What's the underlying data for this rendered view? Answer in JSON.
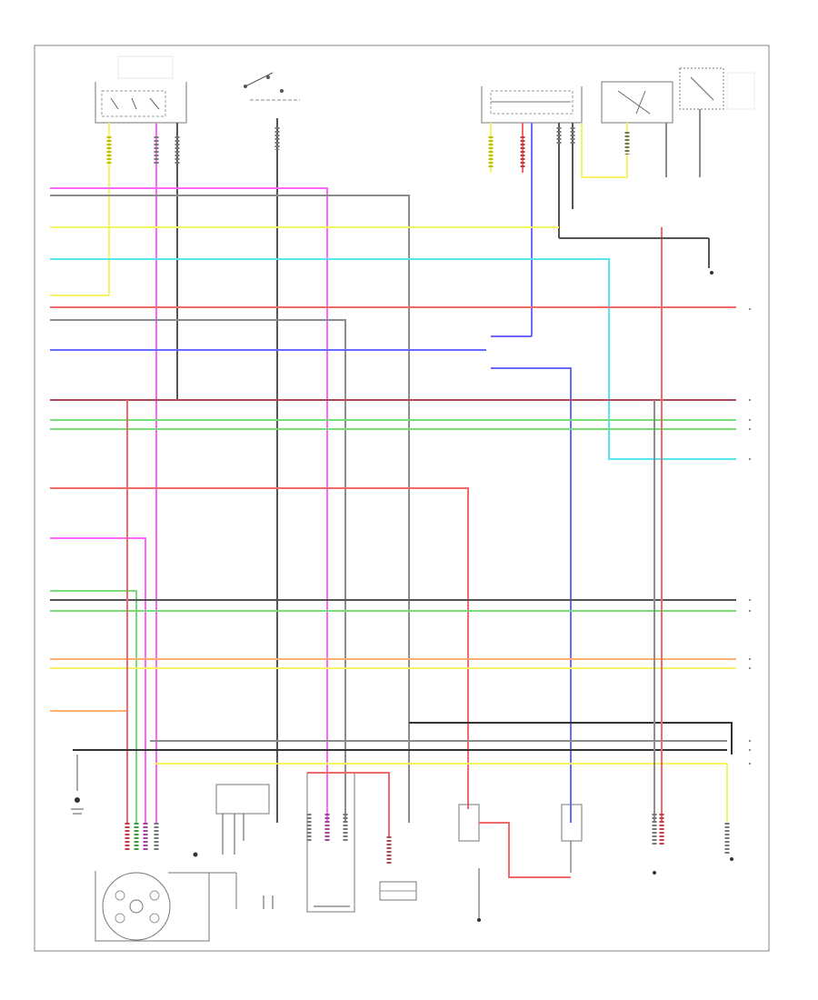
{
  "diagram": {
    "page_label": "",
    "colors": {
      "pink": "#ff66ff",
      "gray": "#8c8c8c",
      "yellow": "#f4f464",
      "cyan": "#55e6ee",
      "red": "#f06a6a",
      "blue": "#6a6aff",
      "green": "#77dd77",
      "orange": "#ffb070",
      "darkgray": "#555555",
      "black": "#222222"
    },
    "nodes": [
      {
        "name": "top-left-switch-assembly",
        "label": ""
      },
      {
        "name": "ignition-switch",
        "label": ""
      },
      {
        "name": "center-switch-assembly",
        "label": ""
      },
      {
        "name": "relay-assembly",
        "label": ""
      },
      {
        "name": "right-relay",
        "label": ""
      },
      {
        "name": "distributor",
        "label": ""
      },
      {
        "name": "ignition-coil",
        "label": ""
      },
      {
        "name": "speed-transducer",
        "label": ""
      },
      {
        "name": "sensor-module",
        "label": ""
      },
      {
        "name": "left-lower-module",
        "label": ""
      },
      {
        "name": "right-lower-module",
        "label": ""
      },
      {
        "name": "ground-point",
        "label": ""
      }
    ]
  }
}
